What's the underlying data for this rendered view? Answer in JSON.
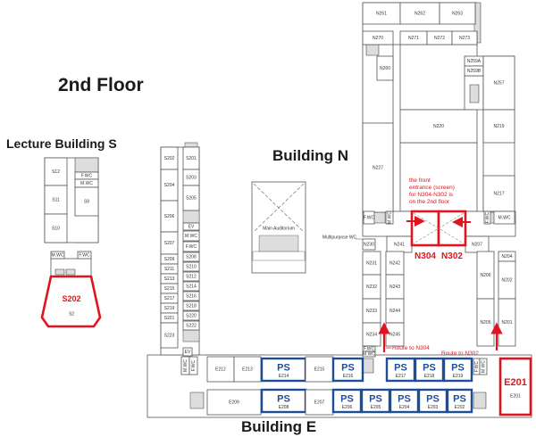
{
  "titles": {
    "floor": "2nd Floor",
    "lecture_s": "Lecture Building S",
    "building_n": "Building N",
    "building_e": "Building E"
  },
  "colors": {
    "highlight": "#e0141e",
    "ps": "#1f4e99",
    "walls": "#555555"
  },
  "lecture_s": {
    "rooms": [
      {
        "label": "S12"
      },
      {
        "label": "S11"
      },
      {
        "label": "S10"
      },
      {
        "label": "F.WC"
      },
      {
        "label": "M.WC"
      },
      {
        "label": "S9"
      },
      {
        "label": "M.WC"
      },
      {
        "label": "F.WC"
      }
    ],
    "highlight": {
      "label": "S202",
      "sub": "S2"
    }
  },
  "building_s": {
    "rooms": [
      {
        "label": "S202"
      },
      {
        "label": "S204"
      },
      {
        "label": "S206"
      },
      {
        "label": "S207"
      },
      {
        "label": "S209"
      },
      {
        "label": "S211"
      },
      {
        "label": "S213"
      },
      {
        "label": "S215"
      },
      {
        "label": "S217"
      },
      {
        "label": "S219"
      },
      {
        "label": "S221"
      },
      {
        "label": "S223"
      },
      {
        "label": "S201"
      },
      {
        "label": "S203"
      },
      {
        "label": "S205"
      },
      {
        "label": "EV"
      },
      {
        "label": "M.WC"
      },
      {
        "label": "F.WC"
      },
      {
        "label": "S208"
      },
      {
        "label": "S210"
      },
      {
        "label": "S212"
      },
      {
        "label": "S214"
      },
      {
        "label": "S216"
      },
      {
        "label": "S218"
      },
      {
        "label": "S220"
      },
      {
        "label": "S222"
      },
      {
        "label": "EV"
      }
    ],
    "auditorium": "Main Auditorium"
  },
  "building_n": {
    "rooms": [
      {
        "label": "N261"
      },
      {
        "label": "N262"
      },
      {
        "label": "N263"
      },
      {
        "label": "N270"
      },
      {
        "label": "N271"
      },
      {
        "label": "N272"
      },
      {
        "label": "N273"
      },
      {
        "label": "N260"
      },
      {
        "label": "N259A"
      },
      {
        "label": "N259B"
      },
      {
        "label": "N257"
      },
      {
        "label": "N220"
      },
      {
        "label": "N219"
      },
      {
        "label": "N227"
      },
      {
        "label": "N217"
      },
      {
        "label": "F.WC"
      },
      {
        "label": "M.WC"
      },
      {
        "label": "F.WC"
      },
      {
        "label": "M.WC"
      },
      {
        "label": "N241"
      },
      {
        "label": "N207"
      },
      {
        "label": "N230"
      },
      {
        "label": "N231"
      },
      {
        "label": "N232"
      },
      {
        "label": "N233"
      },
      {
        "label": "N234"
      },
      {
        "label": "N242"
      },
      {
        "label": "N243"
      },
      {
        "label": "N244"
      },
      {
        "label": "N245"
      },
      {
        "label": "N206"
      },
      {
        "label": "N205"
      },
      {
        "label": "N204"
      },
      {
        "label": "N202"
      },
      {
        "label": "N201"
      },
      {
        "label": "F.WC"
      },
      {
        "label": "M.WC"
      }
    ],
    "multipurpose_wc": "Multipurpose WC",
    "note_lines": [
      "the front",
      "entrance (screen)",
      "for N304-N302 is",
      "on the 2nd floor"
    ],
    "highlight_left": "N304",
    "highlight_right": "N302",
    "route_n304": "Route to N304",
    "route_n302": "Route to N302"
  },
  "building_e": {
    "rooms": [
      {
        "label": "E212"
      },
      {
        "label": "E213"
      },
      {
        "label": "PS",
        "sub": "E214"
      },
      {
        "label": "E215"
      },
      {
        "label": "PS",
        "sub": "E216"
      },
      {
        "label": "PS",
        "sub": "E217"
      },
      {
        "label": "PS",
        "sub": "E218"
      },
      {
        "label": "PS",
        "sub": "E219"
      },
      {
        "label": "M.WC"
      },
      {
        "label": "F.WC"
      },
      {
        "label": "F.WC"
      },
      {
        "label": "M.WC"
      },
      {
        "label": "E209"
      },
      {
        "label": "PS",
        "sub": "E208"
      },
      {
        "label": "E207"
      },
      {
        "label": "PS",
        "sub": "E206"
      },
      {
        "label": "PS",
        "sub": "E205"
      },
      {
        "label": "PS",
        "sub": "E204"
      },
      {
        "label": "PS",
        "sub": "E203"
      },
      {
        "label": "PS",
        "sub": "E202"
      }
    ],
    "highlight": {
      "label": "E201",
      "sub": "E201"
    }
  }
}
